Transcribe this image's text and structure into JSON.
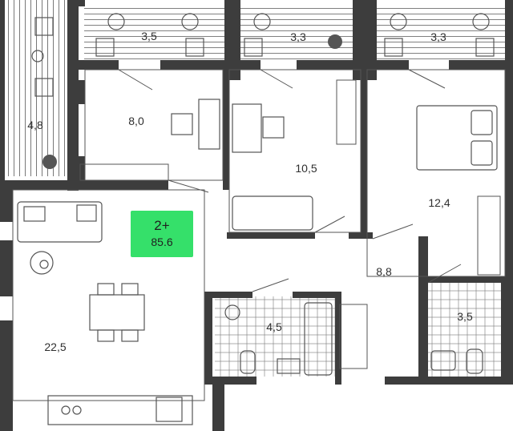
{
  "plan": {
    "badge": {
      "rooms": "2+",
      "total_area": "85.6",
      "color": "#35e06a"
    },
    "rooms": {
      "balcony_left": "4,8",
      "balcony_1": "3,5",
      "balcony_2": "3,3",
      "balcony_3": "3,3",
      "hall": "8,0",
      "bedroom_1": "10,5",
      "bedroom_2": "12,4",
      "corridor": "8,8",
      "living_kitchen": "22,5",
      "bathroom": "4,5",
      "wc": "3,5"
    },
    "colors": {
      "wall": "#3d3d3d",
      "line": "#555555"
    }
  }
}
